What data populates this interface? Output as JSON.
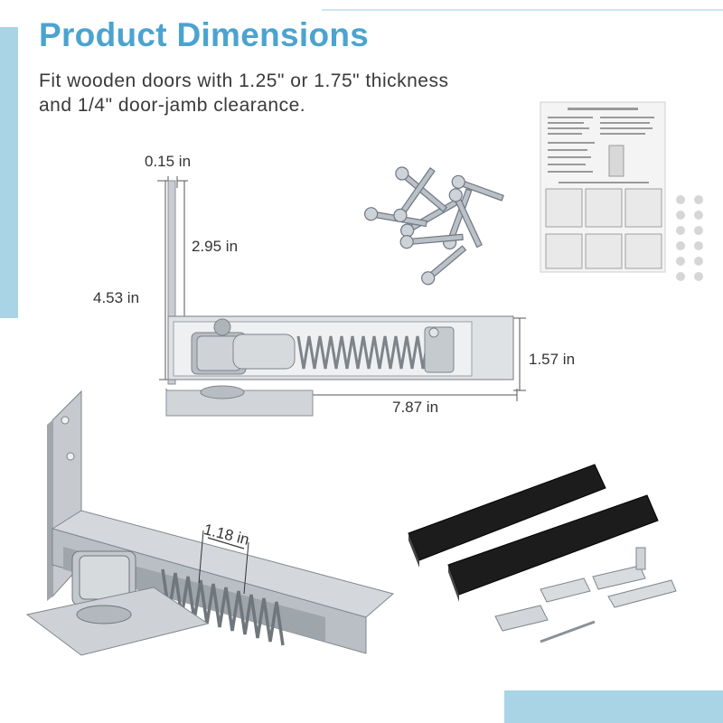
{
  "header": {
    "title": "Product Dimensions",
    "subtitle_line1": "Fit wooden doors with 1.25\" or 1.75\" thickness",
    "subtitle_line2": "and 1/4\" door-jamb clearance."
  },
  "dimensions": {
    "plate_thickness": "0.15 in",
    "arm_length": "2.95 in",
    "total_height": "4.53 in",
    "body_height": "1.57 in",
    "body_length": "7.87 in",
    "spring_diameter": "1.18 in"
  },
  "colors": {
    "title": "#4ba3d0",
    "accent_bar": "#a9d4e6",
    "metal": "#c8ccd0",
    "cover_plate": "#1a1a1a"
  },
  "icons": [
    "screws-icon",
    "instruction-sheet-icon",
    "cover-plate-icon",
    "hinge-icon"
  ]
}
